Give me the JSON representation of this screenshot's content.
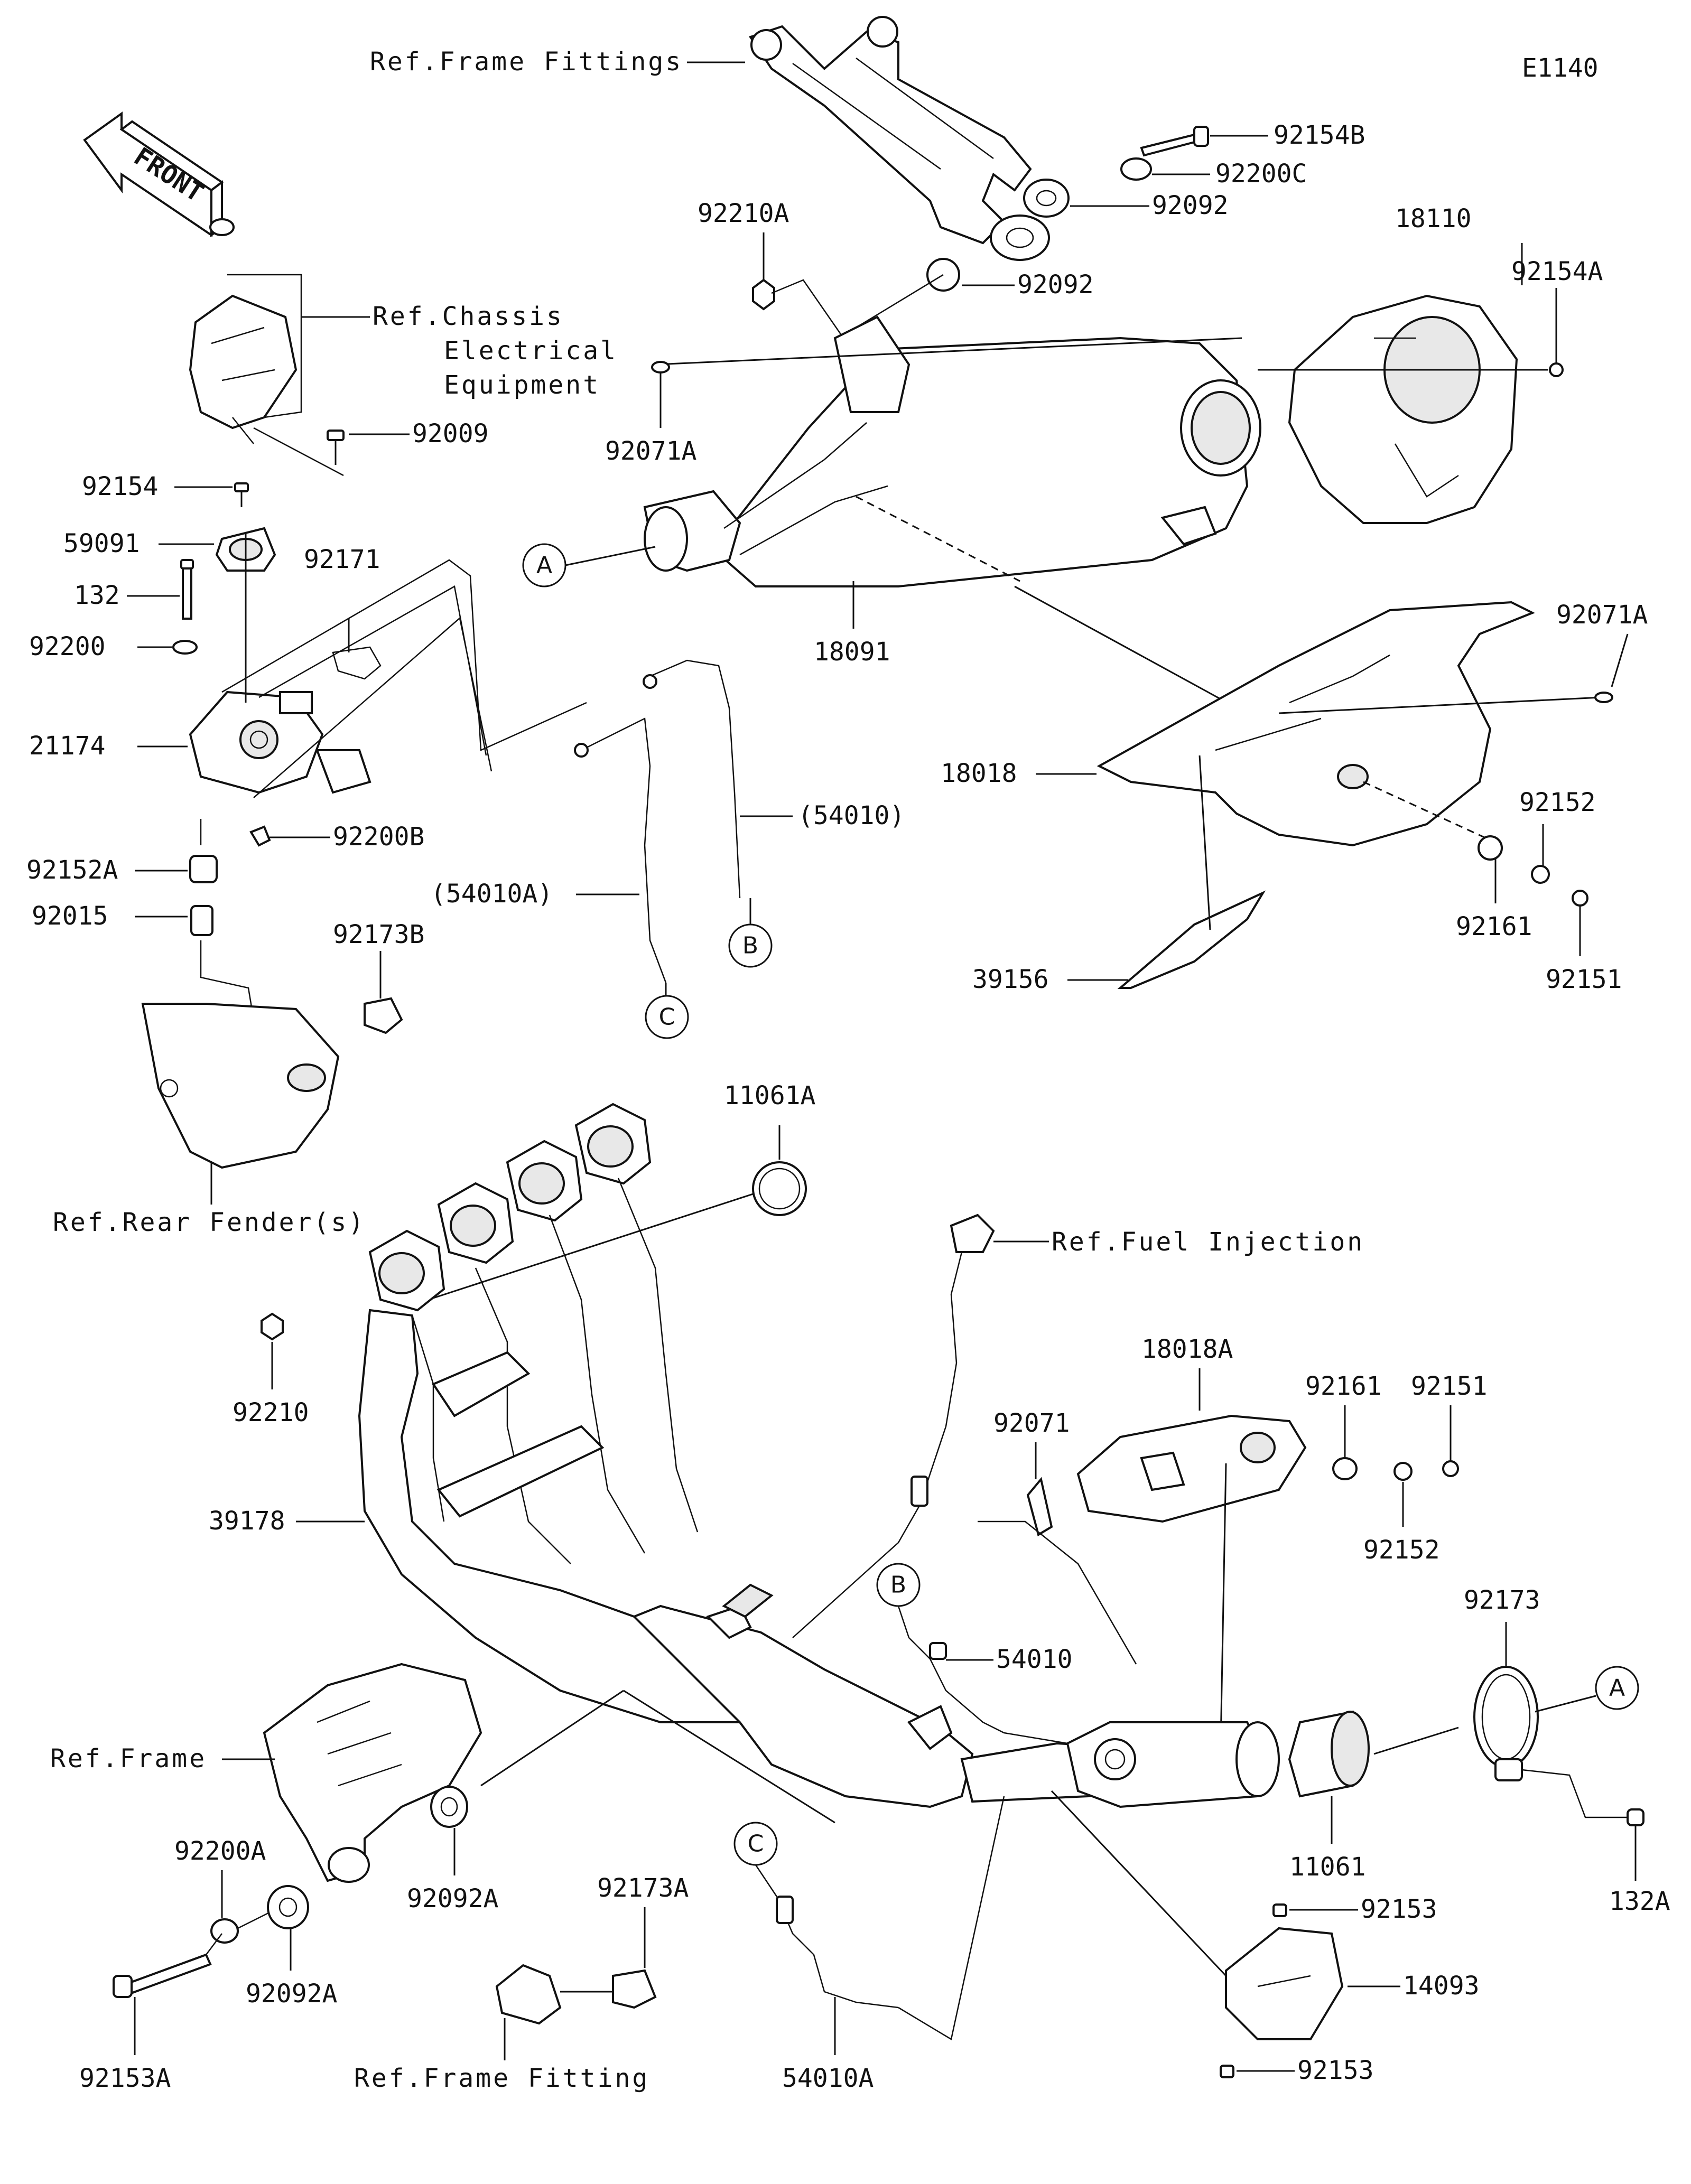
{
  "diagram_code": "E1140",
  "front_arrow": {
    "label": "FRONT"
  },
  "references": {
    "frame_fittings": "Ref.Frame Fittings",
    "chassis_electrical": [
      "Ref.Chassis",
      "Electrical",
      "Equipment"
    ],
    "rear_fender": "Ref.Rear Fender(s)",
    "fuel_injection": "Ref.Fuel Injection",
    "frame": "Ref.Frame",
    "frame_fitting": "Ref.Frame Fitting"
  },
  "part_labels": {
    "p92154B": "92154B",
    "p92200C": "92200C",
    "p92092_a": "92092",
    "p92092_b": "92092",
    "p92210A": "92210A",
    "p18110": "18110",
    "p92154A": "92154A",
    "p92071A_a": "92071A",
    "p92071A_b": "92071A",
    "p18091": "18091",
    "p92009": "92009",
    "p92154": "92154",
    "p59091": "59091",
    "p132": "132",
    "p92200": "92200",
    "p92171": "92171",
    "p21174": "21174",
    "p92200B": "92200B",
    "p92152A": "92152A",
    "p92015": "92015",
    "p54010_ref": "(54010)",
    "p54010A_ref": "(54010A)",
    "p92173B": "92173B",
    "p18018": "18018",
    "p92152_a": "92152",
    "p92161_a": "92161",
    "p92151_a": "92151",
    "p39156": "39156",
    "p11061A": "11061A",
    "p92210": "92210",
    "p39178": "39178",
    "p18018A": "18018A",
    "p92071": "92071",
    "p92161_b": "92161",
    "p92151_b": "92151",
    "p92152_b": "92152",
    "p92173": "92173",
    "p54010": "54010",
    "p11061": "11061",
    "p132A": "132A",
    "p92200A": "92200A",
    "p92092A_a": "92092A",
    "p92092A_b": "92092A",
    "p92173A": "92173A",
    "p92153_a": "92153",
    "p14093": "14093",
    "p92153_b": "92153",
    "p92153A": "92153A",
    "p54010A": "54010A"
  },
  "callouts": {
    "A": "A",
    "B": "B",
    "C": "C"
  }
}
